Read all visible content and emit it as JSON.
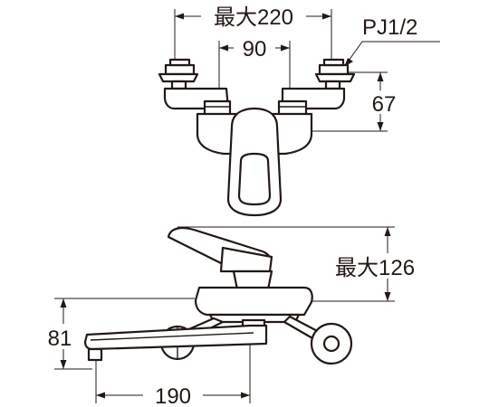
{
  "dimensions": {
    "max_width": "最大220",
    "center_spacing": "90",
    "thread_size": "PJ1/2",
    "pipe_height": "67",
    "max_height": "最大126",
    "spout_height": "81",
    "spout_reach": "190"
  }
}
